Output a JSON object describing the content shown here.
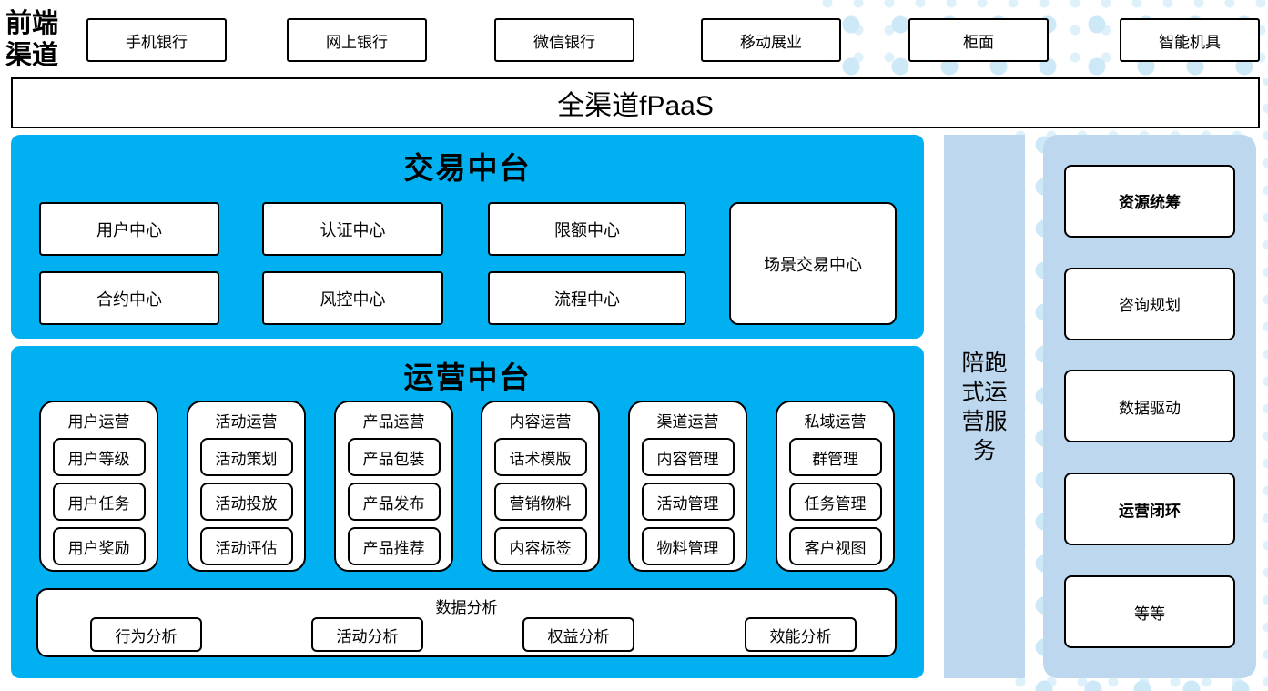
{
  "front_channels": {
    "label": "前端渠道",
    "items": [
      "手机银行",
      "网上银行",
      "微信银行",
      "移动展业",
      "柜面",
      "智能机具"
    ]
  },
  "fpaas": {
    "label": "全渠道fPaaS"
  },
  "transaction_platform": {
    "title": "交易中台",
    "centers_row1": [
      "用户中心",
      "认证中心",
      "限额中心"
    ],
    "centers_row2": [
      "合约中心",
      "风控中心",
      "流程中心"
    ],
    "scene_center": "场景交易中心"
  },
  "operations_platform": {
    "title": "运营中台",
    "columns": [
      {
        "title": "用户运营",
        "items": [
          "用户等级",
          "用户任务",
          "用户奖励"
        ]
      },
      {
        "title": "活动运营",
        "items": [
          "活动策划",
          "活动投放",
          "活动评估"
        ]
      },
      {
        "title": "产品运营",
        "items": [
          "产品包装",
          "产品发布",
          "产品推荐"
        ]
      },
      {
        "title": "内容运营",
        "items": [
          "话术模版",
          "营销物料",
          "内容标签"
        ]
      },
      {
        "title": "渠道运营",
        "items": [
          "内容管理",
          "活动管理",
          "物料管理"
        ]
      },
      {
        "title": "私域运营",
        "items": [
          "群管理",
          "任务管理",
          "客户视图"
        ]
      }
    ],
    "data_analysis": {
      "title": "数据分析",
      "items": [
        "行为分析",
        "活动分析",
        "权益分析",
        "效能分析"
      ]
    }
  },
  "accompanying_service": {
    "label": "陪跑式运营服务"
  },
  "right_panel": {
    "items": [
      {
        "label": "资源统筹",
        "bold": true
      },
      {
        "label": "咨询规划",
        "bold": false
      },
      {
        "label": "数据驱动",
        "bold": false
      },
      {
        "label": "运营闭环",
        "bold": true
      },
      {
        "label": "等等",
        "bold": false
      }
    ]
  },
  "colors": {
    "accent_blue": "#00B0F0",
    "light_blue": "#BDD7EE",
    "dot_blue": "#CDE8F7"
  }
}
